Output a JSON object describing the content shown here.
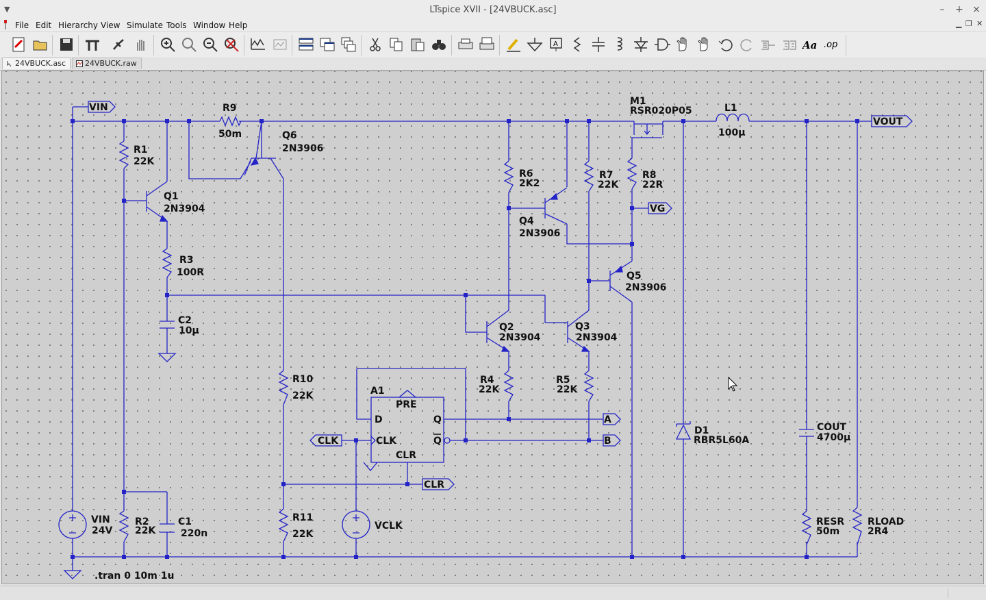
{
  "window": {
    "title": "LTspice XVII - [24VBUCK.asc]"
  },
  "menu": {
    "items": [
      "File",
      "Edit",
      "Hierarchy",
      "View",
      "Simulate",
      "Tools",
      "Window",
      "Help"
    ]
  },
  "tabs": [
    {
      "label": "24VBUCK.asc"
    },
    {
      "label": "24VBUCK.raw"
    }
  ],
  "toolbar": {
    "icons": [
      "new-schematic",
      "open",
      "save",
      "control-panel",
      "run",
      "halt",
      "zoom-in",
      "pan",
      "zoom-out",
      "zoom-fit",
      "autorange",
      "trace-view",
      "tile-horizontal",
      "tile-vertical",
      "cascade",
      "cut",
      "copy",
      "paste",
      "find",
      "print-setup",
      "print",
      "draw-wire",
      "ground",
      "label-net",
      "resistor",
      "capacitor",
      "inductor",
      "diode",
      "component",
      "move",
      "drag",
      "undo",
      "redo",
      "rotate",
      "mirror",
      "text",
      "spice-directive"
    ]
  },
  "schematic": {
    "ports": {
      "vin": "VIN",
      "vout": "VOUT",
      "vg": "VG",
      "clk": "CLK",
      "clr": "CLR",
      "a": "A",
      "b": "B"
    },
    "parts": {
      "r9": {
        "name": "R9",
        "value": "50m"
      },
      "q6": {
        "name": "Q6",
        "value": "2N3906"
      },
      "r1": {
        "name": "R1",
        "value": "22K"
      },
      "q1": {
        "name": "Q1",
        "value": "2N3904"
      },
      "r3": {
        "name": "R3",
        "value": "100R"
      },
      "c2": {
        "name": "C2",
        "value": "10µ"
      },
      "m1": {
        "name": "M1",
        "value": "RSR020P05"
      },
      "l1": {
        "name": "L1",
        "value": "100µ"
      },
      "r6": {
        "name": "R6",
        "value": "2K2"
      },
      "q4": {
        "name": "Q4",
        "value": "2N3906"
      },
      "r7": {
        "name": "R7",
        "value": "22K"
      },
      "r8": {
        "name": "R8",
        "value": "22R"
      },
      "q5": {
        "name": "Q5",
        "value": "2N3906"
      },
      "q2": {
        "name": "Q2",
        "value": "2N3904"
      },
      "q3": {
        "name": "Q3",
        "value": "2N3904"
      },
      "r4": {
        "name": "R4",
        "value": "22K"
      },
      "r5": {
        "name": "R5",
        "value": "22K"
      },
      "r10": {
        "name": "R10",
        "value": "22K"
      },
      "r11": {
        "name": "R11",
        "value": "22K"
      },
      "a1": {
        "name": "A1",
        "pins": {
          "pre": "PRE",
          "d": "D",
          "q": "Q",
          "clk": "CLK",
          "qbar": "Q",
          "clr": "CLR"
        }
      },
      "vin": {
        "name": "VIN",
        "value": "24V"
      },
      "r2": {
        "name": "R2",
        "value": "22K"
      },
      "c1": {
        "name": "C1",
        "value": "220n"
      },
      "vclk": {
        "name": "VCLK"
      },
      "d1": {
        "name": "D1",
        "value": "RBR5L60A"
      },
      "cout": {
        "name": "COUT",
        "value": "4700µ"
      },
      "resr": {
        "name": "RESR",
        "value": "50m"
      },
      "rload": {
        "name": "RLOAD",
        "value": "2R4"
      }
    },
    "directive": ".tran 0 10m 1u"
  },
  "colors": {
    "wire": "#2323c8",
    "canvas": "#cfcfcf",
    "dot": "#555555",
    "text": "#111111"
  }
}
